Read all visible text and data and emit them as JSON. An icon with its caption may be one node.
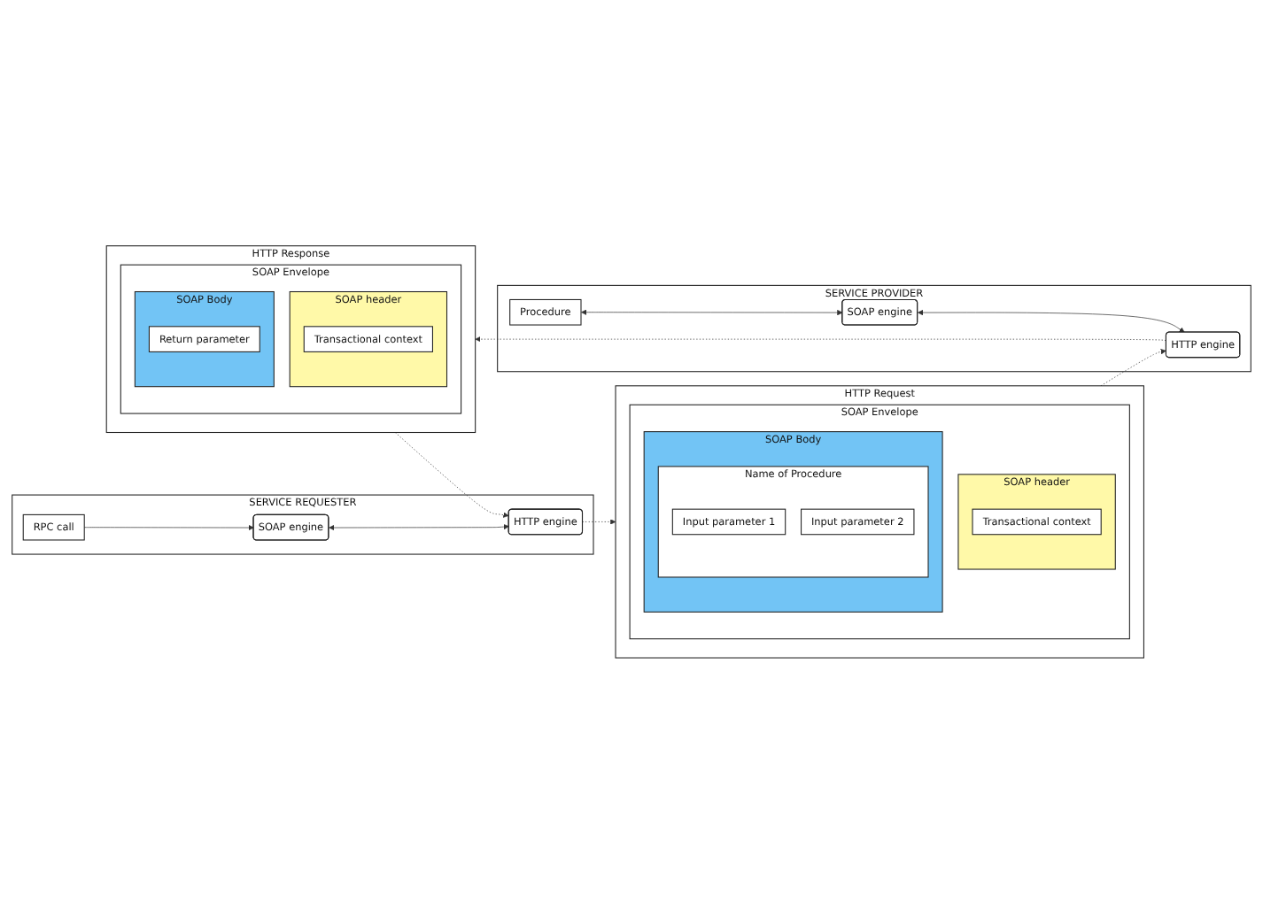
{
  "diagram": {
    "nodes": [
      {
        "text": [
          "SERVICE REQUESTER"
        ]
      },
      {
        "text": [
          "RPC call"
        ],
        "in": 0
      },
      {
        "text": [
          "SOAP engine"
        ],
        "in": 0
      },
      {
        "text": [
          "HTTP engine"
        ],
        "in": 0
      },
      {
        "text": [
          "HTTP Request"
        ]
      },
      {
        "text": [
          "SOAP Envelope"
        ],
        "in": 4
      },
      {
        "text": [
          "SOAP header"
        ],
        "in": 5
      },
      {
        "text": [
          "Transactional context"
        ],
        "in": 6
      },
      {
        "text": [
          "SOAP Body"
        ],
        "in": 5
      },
      {
        "text": [
          "Name of Procedure"
        ],
        "in": 8
      },
      {
        "text": [
          "Input parameter 1"
        ],
        "in": 9
      },
      {
        "text": [
          "Input parameter 2"
        ],
        "in": 9
      },
      {
        "text": [
          "SERVICE PROVIDER"
        ]
      },
      {
        "text": [
          "Procedure"
        ],
        "in": 12
      },
      {
        "text": [
          "HTTP engine"
        ],
        "in": 12
      },
      {
        "text": [
          "SOAP engine"
        ],
        "in": 12
      },
      {
        "text": [
          "HTTP Response"
        ]
      },
      {
        "text": [
          "SOAP Envelope"
        ],
        "in": 16
      },
      {
        "text": [
          "SOAP header"
        ],
        "in": 17
      },
      {
        "text": [
          "Transactional context"
        ],
        "in": 18
      },
      {
        "text": [
          "SOAP Body"
        ],
        "in": 17
      },
      {
        "text": [
          "Return parameter"
        ],
        "in": 20
      }
    ],
    "edges": [
      {
        "from": 1,
        "to": 2,
        "arrow": "to"
      },
      {
        "from": 2,
        "to": 3,
        "arrow": "both"
      },
      {
        "from": 3,
        "to": 4,
        "arrow": "to",
        "style": "dashed"
      },
      {
        "from": 4,
        "to": 14,
        "arrow": "to",
        "style": "dashed"
      },
      {
        "from": 13,
        "to": 15,
        "arrow": "both"
      },
      {
        "from": 15,
        "to": 14,
        "arrow": "both"
      },
      {
        "from": 14,
        "to": 16,
        "arrow": "to",
        "style": "dashed"
      },
      {
        "from": 16,
        "to": 3,
        "arrow": "to",
        "style": "dashed"
      }
    ]
  }
}
